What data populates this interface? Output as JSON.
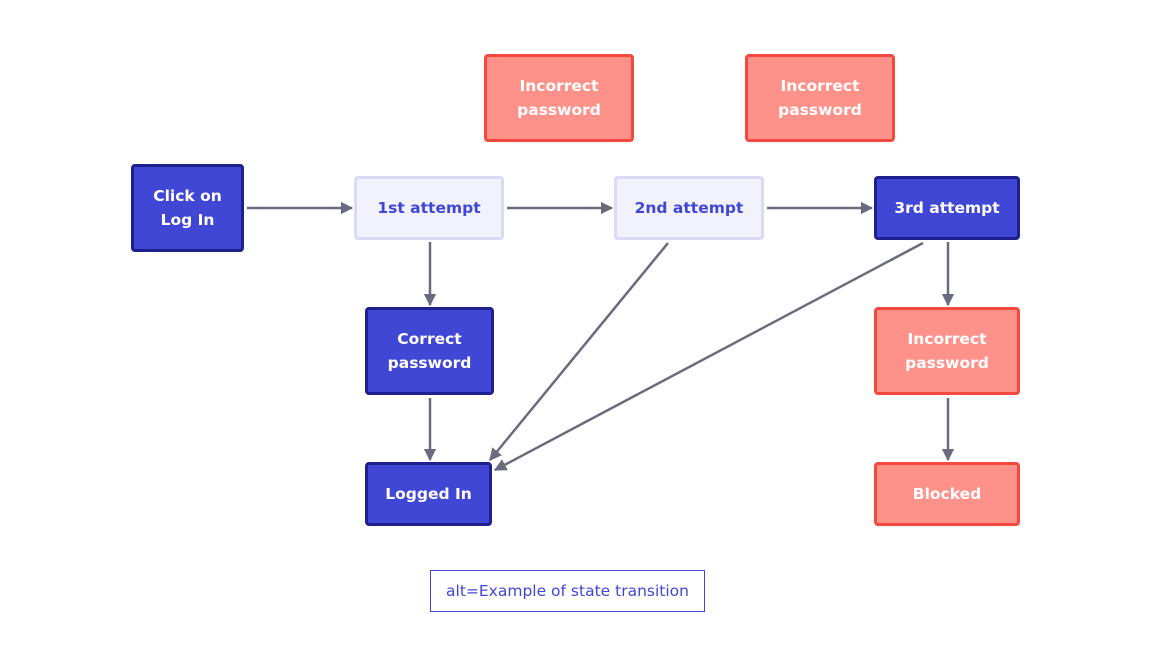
{
  "colors": {
    "primary_fill": "#4147d5",
    "primary_border": "#1f208e",
    "light_fill": "#f1f2fc",
    "light_border": "#dadcf6",
    "error_fill": "#fe928a",
    "error_border": "#f4493e",
    "arrow": "#6b6b80"
  },
  "nodes": {
    "click_login": "Click on\nLog In",
    "attempt_1": "1st attempt",
    "attempt_2": "2nd attempt",
    "attempt_3": "3rd attempt",
    "incorrect_1": "Incorrect\npassword",
    "incorrect_2": "Incorrect\npassword",
    "incorrect_3": "Incorrect\npassword",
    "correct": "Correct\npassword",
    "logged_in": "Logged In",
    "blocked": "Blocked"
  },
  "caption": "alt=Example of state transition"
}
